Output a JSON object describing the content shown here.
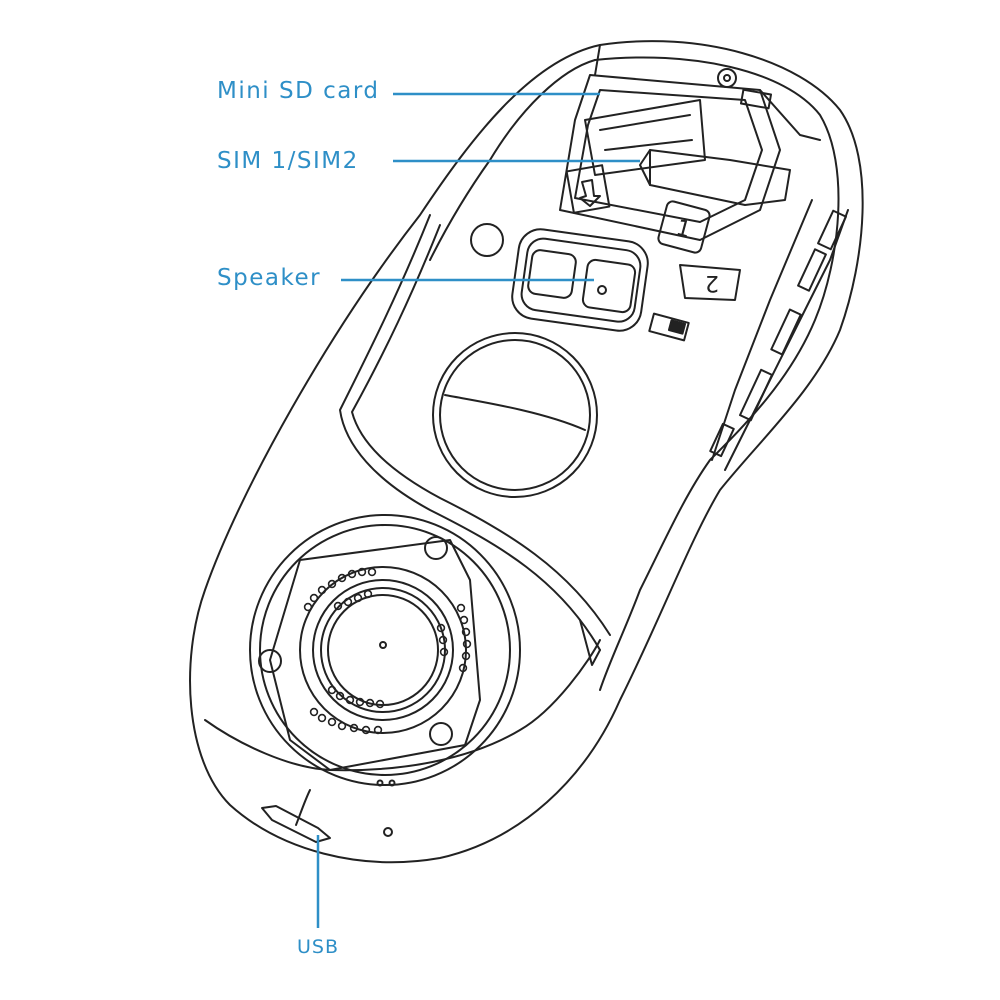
{
  "labels": {
    "mini_sd": "Mini SD card",
    "sim": "SIM 1/SIM2",
    "speaker": "Speaker",
    "usb": "USB"
  },
  "slot_marks": {
    "sim1_digit": "1",
    "sim2_digit": "2"
  },
  "colors": {
    "callout": "#2e8fc7",
    "outline": "#222222",
    "background": "#ffffff"
  }
}
